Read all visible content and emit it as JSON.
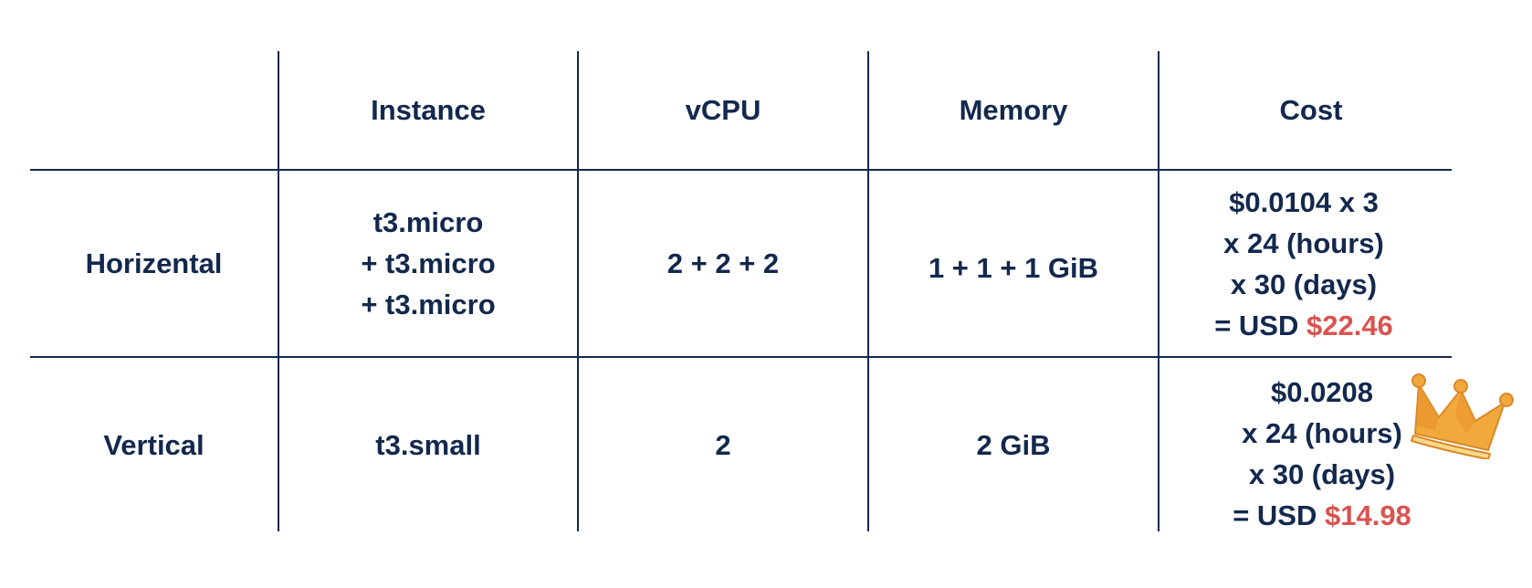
{
  "header": {
    "instance": "Instance",
    "vcpu": "vCPU",
    "memory": "Memory",
    "cost": "Cost"
  },
  "rows": [
    {
      "label": "Horizental",
      "instance_lines": [
        "t3.micro",
        "+ t3.micro",
        "+ t3.micro"
      ],
      "vcpu": "2 + 2 + 2",
      "memory": "1 + 1 + 1 GiB",
      "cost_lines": [
        "$0.0104 x 3",
        "x 24 (hours)",
        "x 30 (days)"
      ],
      "cost_total_prefix": "= USD",
      "cost_total_amount": "$22.46"
    },
    {
      "label": "Vertical",
      "instance_lines": [
        "t3.small"
      ],
      "vcpu": "2",
      "memory": "2 GiB",
      "cost_lines": [
        "$0.0208",
        "x 24 (hours)",
        "x 30 (days)"
      ],
      "cost_total_prefix": "= USD",
      "cost_total_amount": "$14.98"
    }
  ],
  "colors": {
    "text": "#13284d",
    "highlight": "#d9534f",
    "crown": "#f0a830"
  },
  "icons": {
    "winner": "crown-icon"
  }
}
